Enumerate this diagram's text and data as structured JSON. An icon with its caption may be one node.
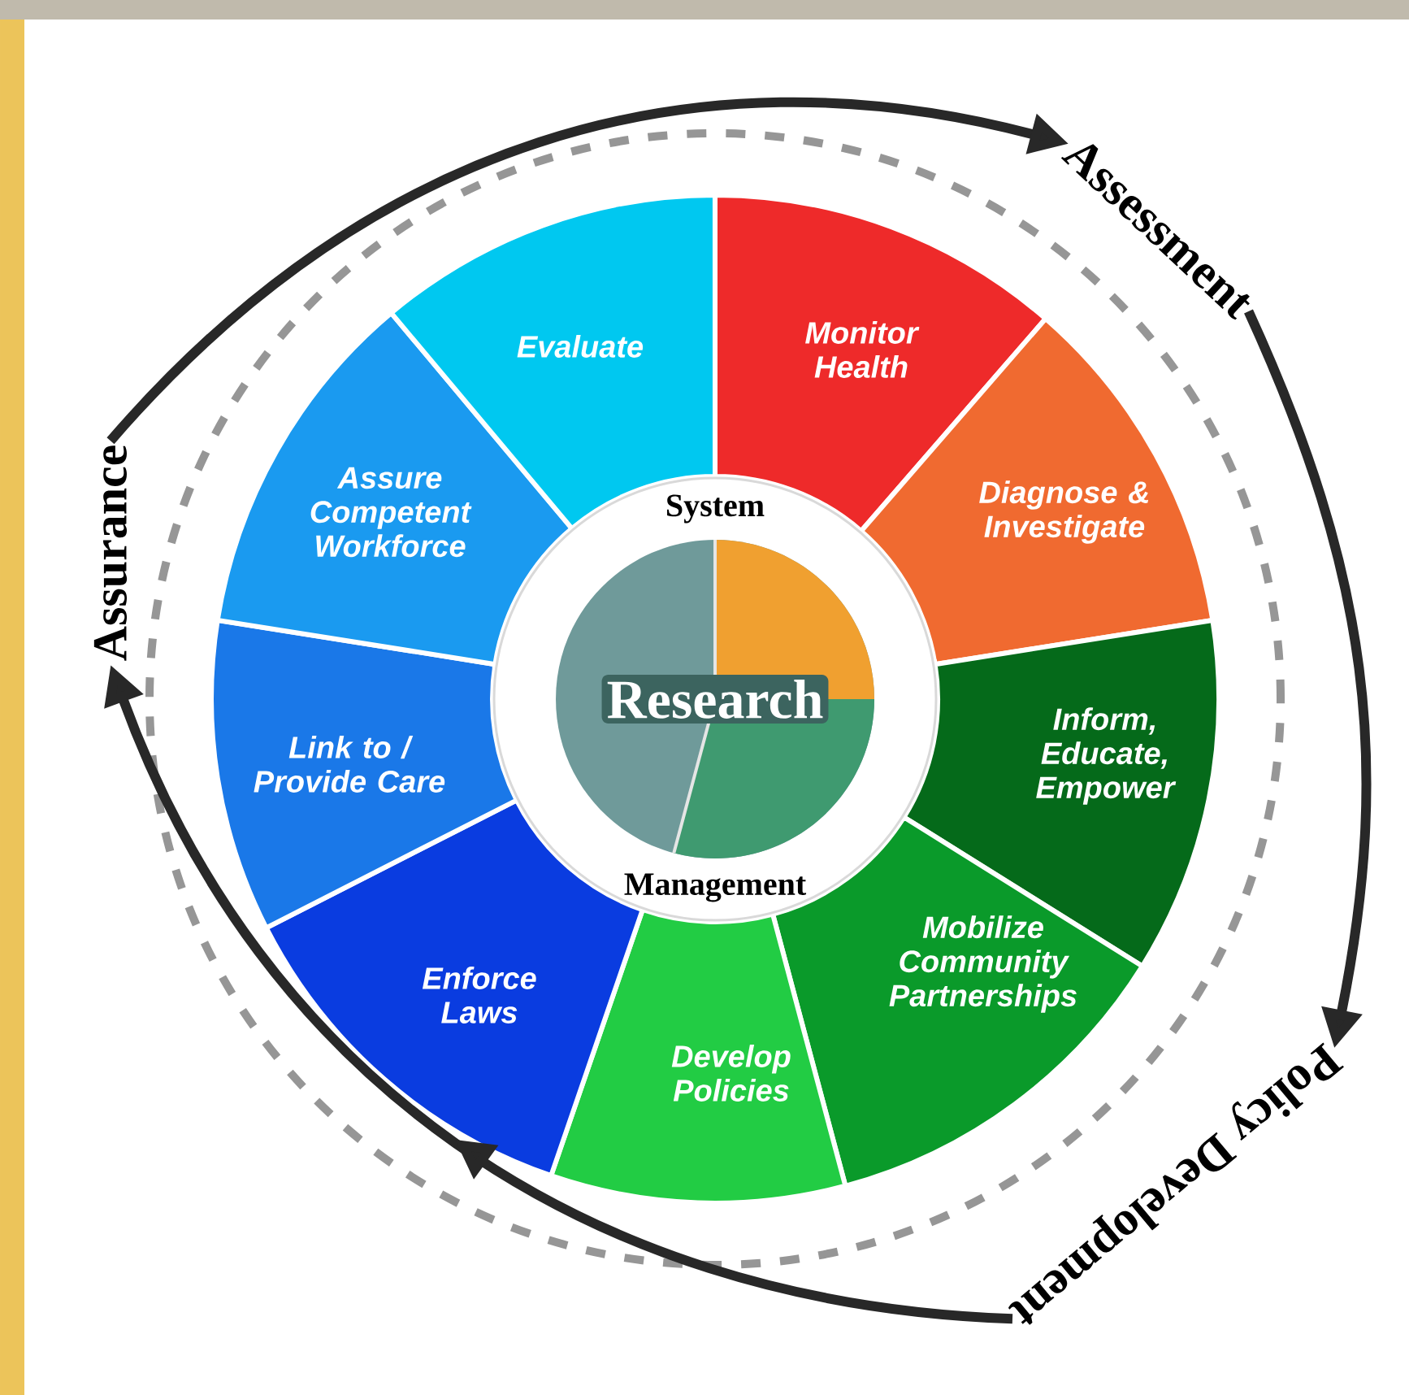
{
  "diagram": {
    "nodes": [
      {
        "text": [
          "Monitor Health"
        ]
      },
      {
        "text": [
          "Diagnose & Investigate"
        ]
      },
      {
        "text": [
          "Inform, Educate, Empower"
        ]
      },
      {
        "text": [
          "Mobilize Community Partnerships"
        ]
      },
      {
        "text": [
          "Develop Policies"
        ]
      },
      {
        "text": [
          "Enforce Laws"
        ]
      },
      {
        "text": [
          "Link to / Provide Care"
        ]
      },
      {
        "text": [
          "Assure Competent Workforce"
        ]
      },
      {
        "text": [
          "Evaluate"
        ]
      },
      {
        "text": [
          "System",
          "Management"
        ]
      },
      {
        "text": [
          "Research"
        ],
        "in": 9
      },
      {
        "text": [
          "Assessment"
        ]
      },
      {
        "text": [
          "Policy Development"
        ]
      },
      {
        "text": [
          "Assurance"
        ]
      }
    ],
    "edges": [
      {
        "from": 13,
        "to": 11,
        "arrow": "to"
      },
      {
        "from": 11,
        "to": 12,
        "arrow": "to"
      },
      {
        "from": 12,
        "to": 13,
        "arrow": "to"
      }
    ]
  }
}
